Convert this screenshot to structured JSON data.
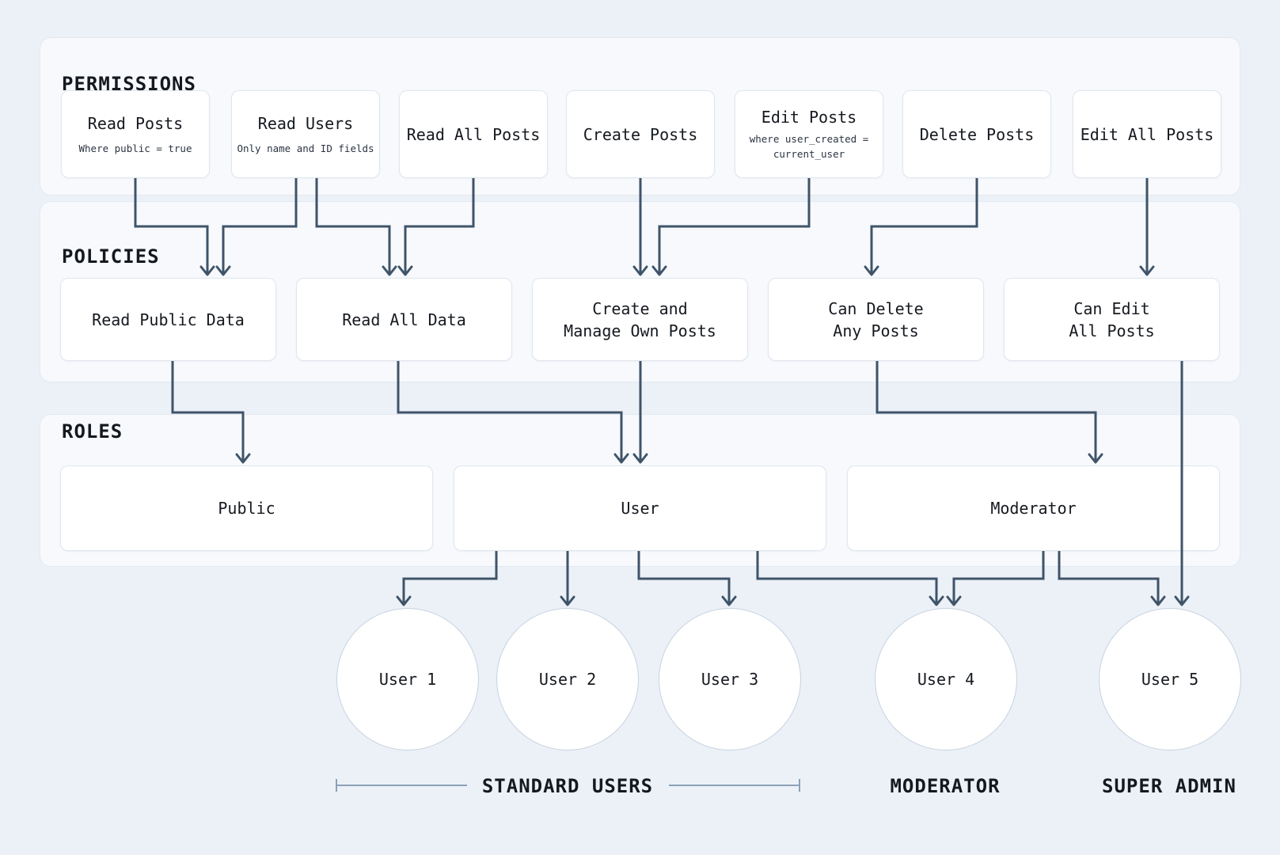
{
  "sections": [
    {
      "id": "permissions",
      "title": "PERMISSIONS",
      "nodes": [
        {
          "id": "read_posts",
          "title": "Read Posts",
          "subtitle": "Where public = true"
        },
        {
          "id": "read_users",
          "title": "Read Users",
          "subtitle": "Only name and ID fields"
        },
        {
          "id": "read_all_posts",
          "title": "Read All Posts"
        },
        {
          "id": "create_posts",
          "title": "Create Posts"
        },
        {
          "id": "edit_posts",
          "title": "Edit Posts",
          "subtitle": "where user_created =\ncurrent_user"
        },
        {
          "id": "delete_posts",
          "title": "Delete Posts"
        },
        {
          "id": "edit_all_posts",
          "title": "Edit All Posts"
        }
      ]
    },
    {
      "id": "policies",
      "title": "POLICIES",
      "nodes": [
        {
          "id": "read_public_data",
          "title": "Read Public Data"
        },
        {
          "id": "read_all_data",
          "title": "Read All Data"
        },
        {
          "id": "create_manage_own_posts",
          "title": "Create and\nManage Own Posts"
        },
        {
          "id": "can_delete_any_posts",
          "title": "Can Delete\nAny Posts"
        },
        {
          "id": "can_edit_all_posts",
          "title": "Can Edit\nAll Posts"
        }
      ]
    },
    {
      "id": "roles",
      "title": "ROLES",
      "nodes": [
        {
          "id": "public",
          "title": "Public"
        },
        {
          "id": "user",
          "title": "User"
        },
        {
          "id": "moderator",
          "title": "Moderator"
        }
      ]
    }
  ],
  "users": [
    {
      "id": "user_1",
      "label": "User 1"
    },
    {
      "id": "user_2",
      "label": "User 2"
    },
    {
      "id": "user_3",
      "label": "User 3"
    },
    {
      "id": "user_4",
      "label": "User 4"
    },
    {
      "id": "user_5",
      "label": "User 5"
    }
  ],
  "group_labels": [
    {
      "id": "standard_users",
      "label": "STANDARD USERS"
    },
    {
      "id": "moderator_group",
      "label": "MODERATOR"
    },
    {
      "id": "super_admin",
      "label": "SUPER ADMIN"
    }
  ],
  "edges": [
    {
      "from": "read_posts",
      "to": "read_public_data"
    },
    {
      "from": "read_users",
      "to": "read_public_data"
    },
    {
      "from": "read_users",
      "to": "read_all_data"
    },
    {
      "from": "read_all_posts",
      "to": "read_all_data"
    },
    {
      "from": "create_posts",
      "to": "create_manage_own_posts"
    },
    {
      "from": "edit_posts",
      "to": "create_manage_own_posts"
    },
    {
      "from": "delete_posts",
      "to": "can_delete_any_posts"
    },
    {
      "from": "edit_all_posts",
      "to": "can_edit_all_posts"
    },
    {
      "from": "read_public_data",
      "to": "public"
    },
    {
      "from": "read_all_data",
      "to": "user"
    },
    {
      "from": "create_manage_own_posts",
      "to": "user"
    },
    {
      "from": "can_delete_any_posts",
      "to": "moderator"
    },
    {
      "from": "can_edit_all_posts",
      "to": "user_5"
    },
    {
      "from": "user",
      "to": "user_1"
    },
    {
      "from": "user",
      "to": "user_2"
    },
    {
      "from": "user",
      "to": "user_3"
    },
    {
      "from": "user",
      "to": "user_4"
    },
    {
      "from": "moderator",
      "to": "user_4"
    },
    {
      "from": "moderator",
      "to": "user_5"
    }
  ],
  "colors": {
    "background": "#ecf1f7",
    "panel": "#f7f9fc",
    "panel_border": "#e4e9f1",
    "node_border": "#e0e6ef",
    "connector": "#3f5469",
    "circle_border": "#c7d3e0",
    "bracket": "#8ba1b8"
  }
}
